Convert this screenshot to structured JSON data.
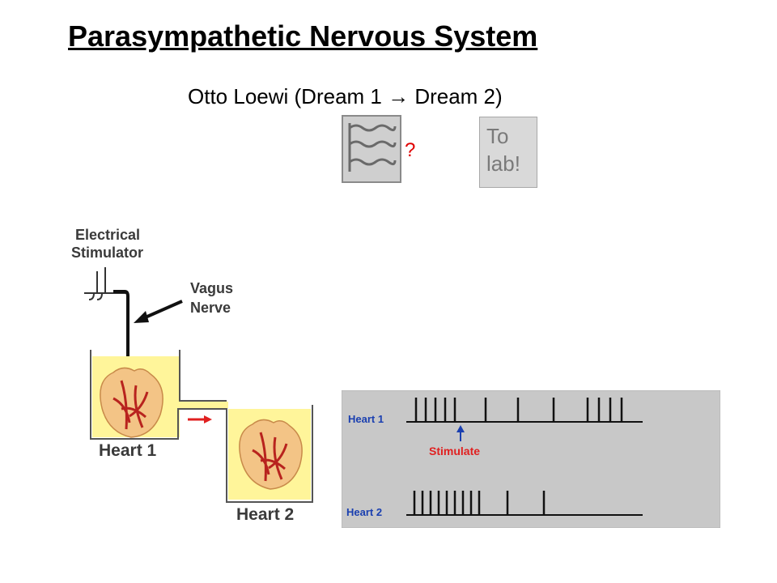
{
  "title": "Parasympathetic Nervous System",
  "subtitle": "Otto Loewi (Dream 1 → Dream 2)",
  "question_mark": "?",
  "lab_note": {
    "line1": "To",
    "line2": "lab!"
  },
  "apparatus": {
    "stimulator_line1": "Electrical",
    "stimulator_line2": "Stimulator",
    "vagus_line1": "Vagus",
    "vagus_line2": "Nerve",
    "heart1_label": "Heart 1",
    "heart2_label": "Heart 2"
  },
  "recording": {
    "heart1_label": "Heart 1",
    "heart2_label": "Heart 2",
    "stimulate_label": "Stimulate",
    "heart1_beats": [
      "x",
      "x",
      "x",
      "x",
      "x",
      "x",
      "x",
      "x",
      "x",
      "x",
      "x",
      "x"
    ],
    "heart2_beats": [
      "x",
      "x",
      "x",
      "x",
      "x",
      "x",
      "x",
      "x",
      "x",
      "x",
      "x"
    ]
  },
  "colors": {
    "fluid": "#fff59a",
    "heart": "#f3c486",
    "vessel": "#b8231e",
    "arrow_red": "#e02020",
    "label_blue": "#1a3fb0",
    "panel_bg": "#c8c8c8"
  }
}
